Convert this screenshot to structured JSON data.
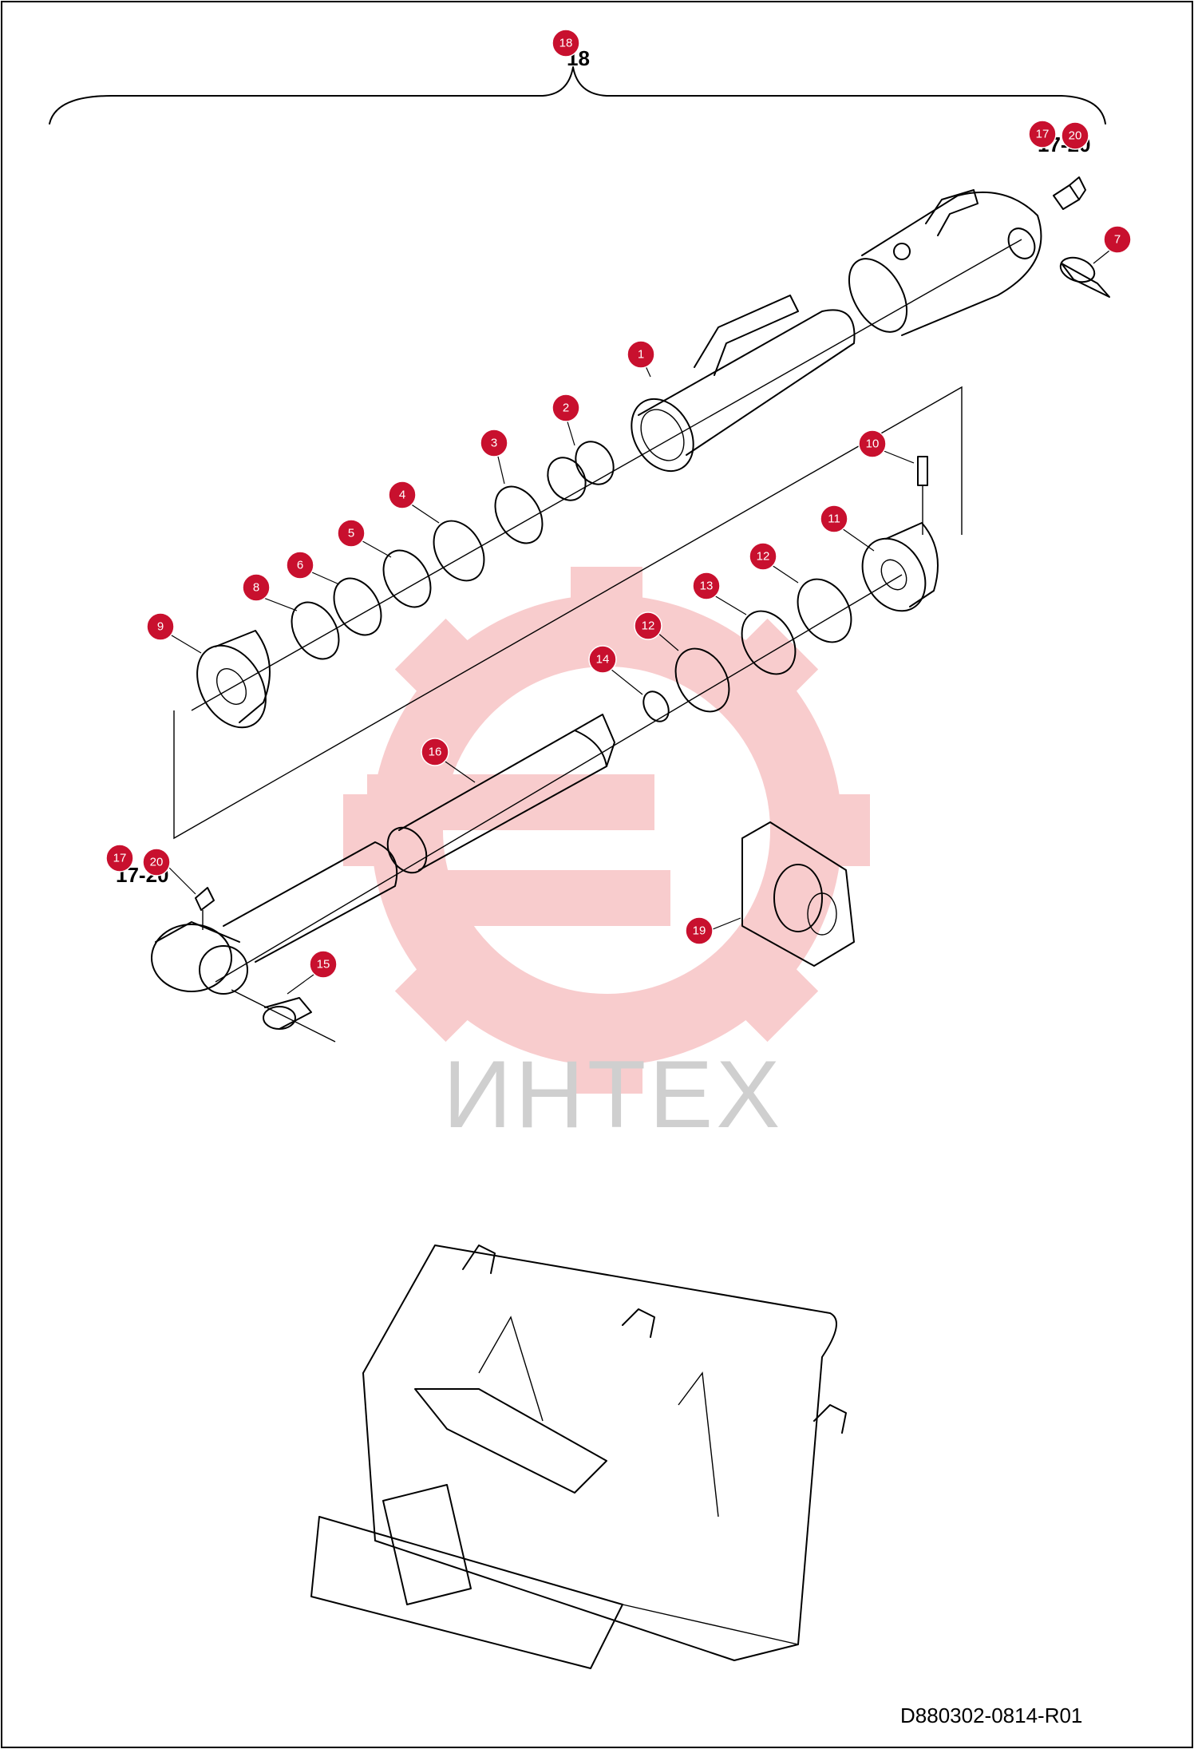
{
  "diagram": {
    "drawing_code": "D880302-0814-R01",
    "watermark": {
      "text": "ИНТЕХ",
      "accent_color": "#e21b22",
      "text_color": "#cfcfcf"
    },
    "callout_color": "#c8102e",
    "callouts": [
      {
        "id": "c18",
        "label": "18"
      },
      {
        "id": "c17a",
        "label": "17"
      },
      {
        "id": "c20a",
        "label": "20"
      },
      {
        "id": "c7",
        "label": "7"
      },
      {
        "id": "c1",
        "label": "1"
      },
      {
        "id": "c2",
        "label": "2"
      },
      {
        "id": "c3",
        "label": "3"
      },
      {
        "id": "c4",
        "label": "4"
      },
      {
        "id": "c5",
        "label": "5"
      },
      {
        "id": "c6",
        "label": "6"
      },
      {
        "id": "c8",
        "label": "8"
      },
      {
        "id": "c9",
        "label": "9"
      },
      {
        "id": "c10",
        "label": "10"
      },
      {
        "id": "c11",
        "label": "11"
      },
      {
        "id": "c12a",
        "label": "12"
      },
      {
        "id": "c13",
        "label": "13"
      },
      {
        "id": "c12b",
        "label": "12"
      },
      {
        "id": "c14",
        "label": "14"
      },
      {
        "id": "c16",
        "label": "16"
      },
      {
        "id": "c17b",
        "label": "17"
      },
      {
        "id": "c20b",
        "label": "20"
      },
      {
        "id": "c15",
        "label": "15"
      },
      {
        "id": "c19",
        "label": "19"
      }
    ],
    "plain_labels": {
      "top_18": "18",
      "top_17_20": "17-20",
      "left_17_20": "17-20"
    }
  }
}
